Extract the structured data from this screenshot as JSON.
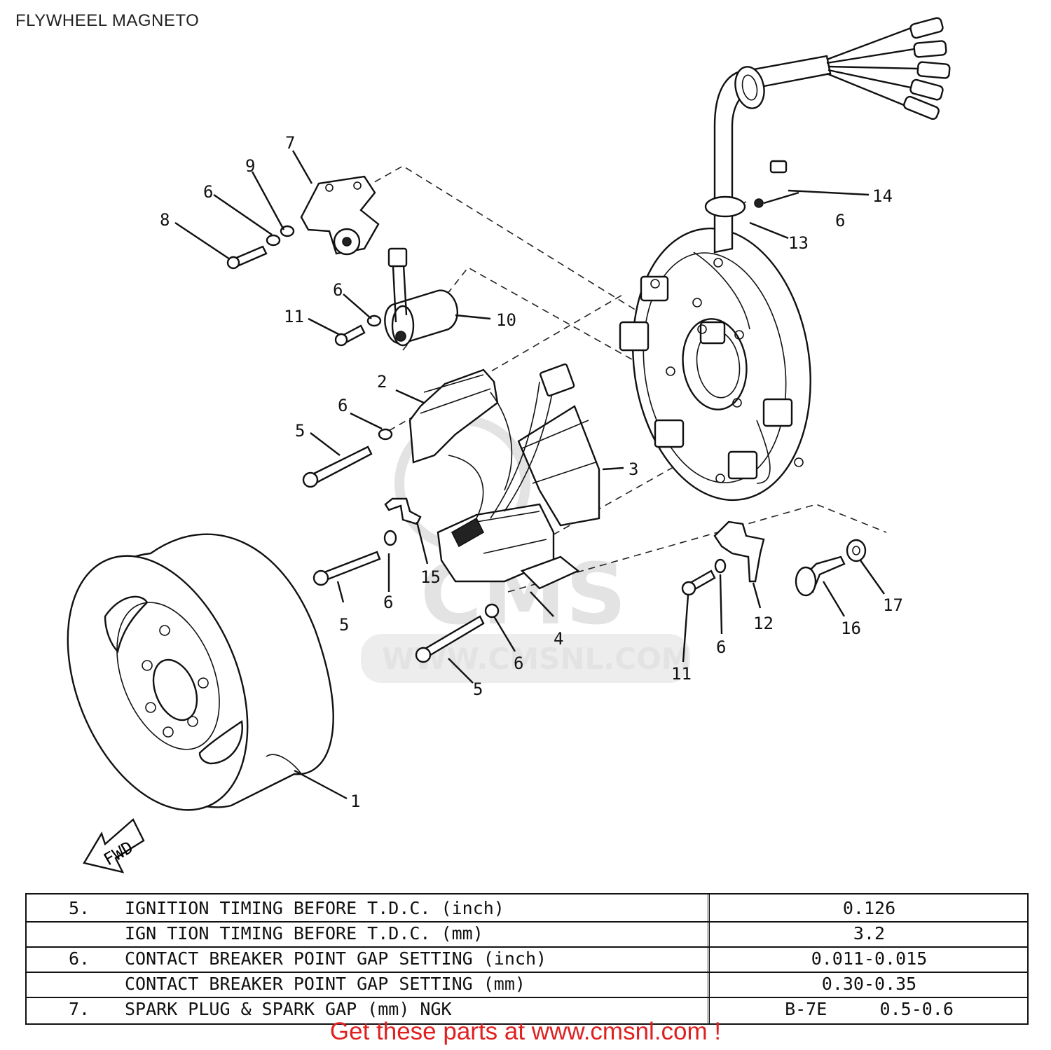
{
  "page": {
    "title": "FLYWHEEL MAGNETO"
  },
  "watermark": {
    "text": "WWW.CMSNL.COM",
    "logo_text": "CMS"
  },
  "fwd_label": "FWD",
  "callouts": {
    "c1": "1",
    "c2": "2",
    "c3": "3",
    "c4": "4",
    "c5a": "5",
    "c5b": "5",
    "c5c": "5",
    "c6a": "6",
    "c6b": "6",
    "c6c": "6",
    "c6d": "6",
    "c6e": "6",
    "c6f": "6",
    "c6g": "6",
    "c7": "7",
    "c8": "8",
    "c9": "9",
    "c10": "10",
    "c11a": "11",
    "c11b": "11",
    "c12": "12",
    "c13": "13",
    "c14": "14",
    "c15": "15",
    "c16": "16",
    "c17": "17"
  },
  "spec_table": {
    "rows": [
      {
        "no": "5.",
        "label": "IGNITION TIMING BEFORE T.D.C. (inch)",
        "value": "0.126"
      },
      {
        "no": "",
        "label": "IGN TION TIMING BEFORE T.D.C. (mm)",
        "value": "3.2"
      },
      {
        "no": "6.",
        "label": "CONTACT BREAKER POINT GAP SETTING (inch)",
        "value": "0.011-0.015"
      },
      {
        "no": "",
        "label": "CONTACT BREAKER POINT GAP SETTING (mm)",
        "value": "0.30-0.35"
      },
      {
        "no": "7.",
        "label": "SPARK PLUG & SPARK GAP (mm) NGK",
        "value": "B-7E     0.5-0.6"
      }
    ]
  },
  "cta": "Get these parts at www.cmsnl.com !"
}
